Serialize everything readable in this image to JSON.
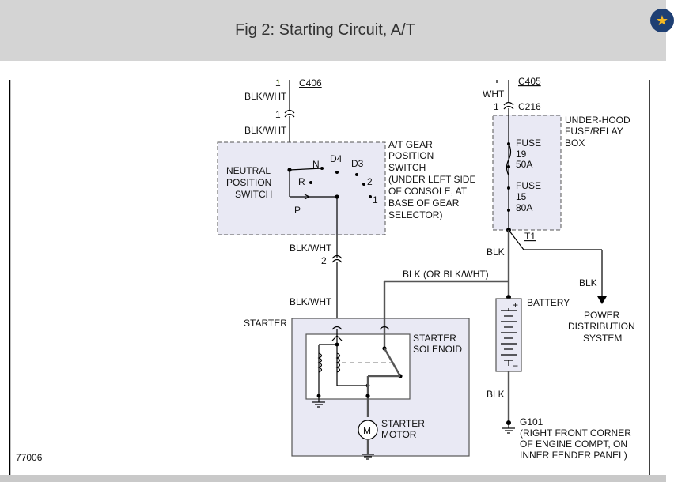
{
  "header": {
    "title": "Fig 2: Starting Circuit, A/T",
    "badge_icon": "star-icon",
    "badge_color": "#1e3f73",
    "star_color": "#f5b823"
  },
  "diagram": {
    "figure_number": "77006",
    "connectors": {
      "c406": "C406",
      "c405": "C405",
      "c216": "C216",
      "t1": "T1",
      "g101": "G101",
      "pin_1_top": "1",
      "pin_1_c406": "1",
      "pin_1_c216": "1",
      "pin_2": "2"
    },
    "wires": {
      "blk_wht_1": "BLK/WHT",
      "blk_wht_2": "BLK/WHT",
      "blk_wht_3": "BLK/WHT",
      "blk_wht_4": "BLK/WHT",
      "wht": "WHT",
      "blk_1": "BLK",
      "blk_2": "BLK",
      "blk_3": "BLK",
      "blk_or": "BLK (OR BLK/WHT)"
    },
    "switch": {
      "neutral_lines": [
        "NEUTRAL",
        "POSITION",
        "SWITCH"
      ],
      "gear_lines": [
        "A/T GEAR",
        "POSITION",
        "SWITCH",
        "(UNDER LEFT SIDE",
        "OF CONSOLE, AT",
        "BASE OF GEAR",
        "SELECTOR)"
      ],
      "n": "N",
      "d4": "D4",
      "d3": "D3",
      "r": "R",
      "two": "2",
      "one": "1",
      "p": "P"
    },
    "fuse_box": {
      "label_lines": [
        "UNDER-HOOD",
        "FUSE/RELAY",
        "BOX"
      ],
      "fuse19_lines": [
        "FUSE",
        "19",
        "50A"
      ],
      "fuse15_lines": [
        "FUSE",
        "15",
        "80A"
      ]
    },
    "battery": {
      "label": "BATTERY",
      "plus": "+",
      "minus": "−"
    },
    "starter": {
      "label": "STARTER",
      "solenoid_lines": [
        "STARTER",
        "SOLENOID"
      ],
      "motor_symbol": "M",
      "motor_lines": [
        "STARTER",
        "MOTOR"
      ]
    },
    "power_distribution_lines": [
      "POWER",
      "DISTRIBUTION",
      "SYSTEM"
    ],
    "ground_lines": [
      "(RIGHT FRONT CORNER",
      "OF ENGINE COMPT, ON",
      "INNER FENDER PANEL)"
    ]
  }
}
